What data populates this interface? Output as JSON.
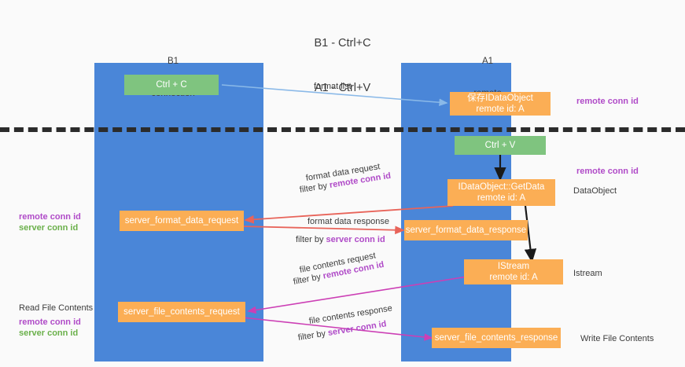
{
  "title": {
    "line1": "B1 - Ctrl+C",
    "line2": "A1 - Ctrl+V"
  },
  "lanes": [
    {
      "id": "b1",
      "name": "B1",
      "role": "connection"
    },
    {
      "id": "a1",
      "name": "A1",
      "role": "remote"
    }
  ],
  "colors": {
    "lane": "#4a86d8",
    "node_green": "#7fc47f",
    "node_orange": "#fbae55",
    "remote_conn_id": "#b04bc8",
    "server_conn_id": "#6ab04a",
    "divider": "#2b2b2b",
    "arrow_format_list": "#8ab9e8",
    "arrow_format_data": "#e8645a",
    "arrow_file_contents": "#cc3fb5",
    "arrow_black": "#1a1a1a"
  },
  "nodes": {
    "ctrl_c": {
      "label": "Ctrl + C"
    },
    "save_idataobject": {
      "line1": "保存IDataObject",
      "line2": "remote id: A"
    },
    "ctrl_v": {
      "label": "Ctrl + V"
    },
    "getdata": {
      "line1": "IDataObject::GetData",
      "line2": "remote id: A"
    },
    "server_format_data_request": {
      "label": "server_format_data_request"
    },
    "server_format_data_response": {
      "label": "server_format_data_response"
    },
    "istream": {
      "line1": "IStream",
      "line2": "remote id: A"
    },
    "server_file_contents_request": {
      "label": "server_file_contents_request"
    },
    "server_file_contents_response": {
      "label": "server_file_contents_response"
    }
  },
  "right_labels": {
    "remote_conn_id_top": "remote conn id",
    "remote_conn_id_mid": "remote conn id",
    "dataobject": "DataObject",
    "istream": "Istream",
    "write_file_contents": "Write File Contents"
  },
  "left_labels": {
    "remote_conn_id_mid": "remote conn id",
    "server_conn_id_mid": "server conn id",
    "read_file_contents": "Read File Contents",
    "remote_conn_id_low": "remote conn id",
    "server_conn_id_low": "server conn id"
  },
  "edges": {
    "format_list": "format list",
    "format_data_request": "format data request",
    "format_data_request_filter_prefix": "filter by ",
    "format_data_request_filter_key": "remote conn id",
    "format_data_response": "format data response",
    "format_data_response_filter_prefix": "filter by ",
    "format_data_response_filter_key": "server conn id",
    "file_contents_request": "file contents request",
    "file_contents_request_filter_prefix": "filter by ",
    "file_contents_request_filter_key": "remote conn id",
    "file_contents_response": "file contents response",
    "file_contents_response_filter_prefix": "filter by ",
    "file_contents_response_filter_key": "server conn id"
  }
}
